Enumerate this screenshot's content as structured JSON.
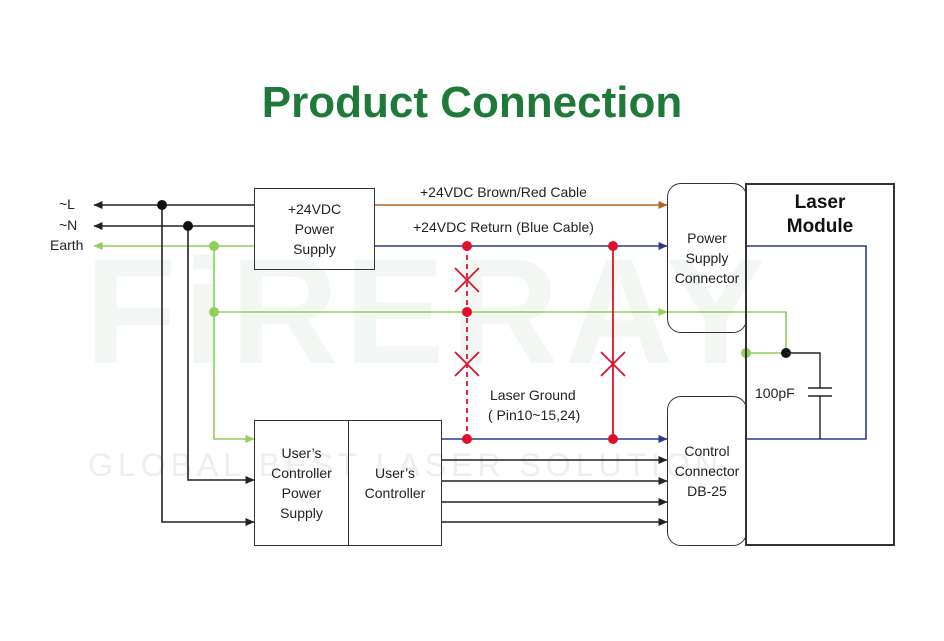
{
  "title": "Product Connection",
  "watermark": {
    "brand": "FiRERAY",
    "tagline": "GLOBAL BEST LASER SOLUTION"
  },
  "inputs": {
    "live": "~L",
    "neutral": "~N",
    "earth": "Earth"
  },
  "boxes": {
    "power_supply": "+24VDC\nPower\nSupply",
    "user_controller_power": "User’s\nController\nPower\nSupply",
    "user_controller": "User’s\nController",
    "power_supply_connector": "Power\nSupply\nConnector",
    "control_connector": "Control\nConnector\nDB-25",
    "laser_module": "Laser\nModule"
  },
  "cables": {
    "brown_red": "+24VDC Brown/Red Cable",
    "blue_return": "+24VDC Return (Blue Cable)"
  },
  "labels": {
    "laser_ground": "Laser Ground",
    "laser_ground_pins": "( Pin10~15,24)",
    "capacitor": "100pF"
  },
  "colors": {
    "title": "#1f7a3a",
    "power_line": "#222222",
    "earth_line": "#8fcf5a",
    "brown_cable": "#b5651d",
    "blue_cable": "#2d3a8c",
    "ground_marker": "#e0102a"
  }
}
